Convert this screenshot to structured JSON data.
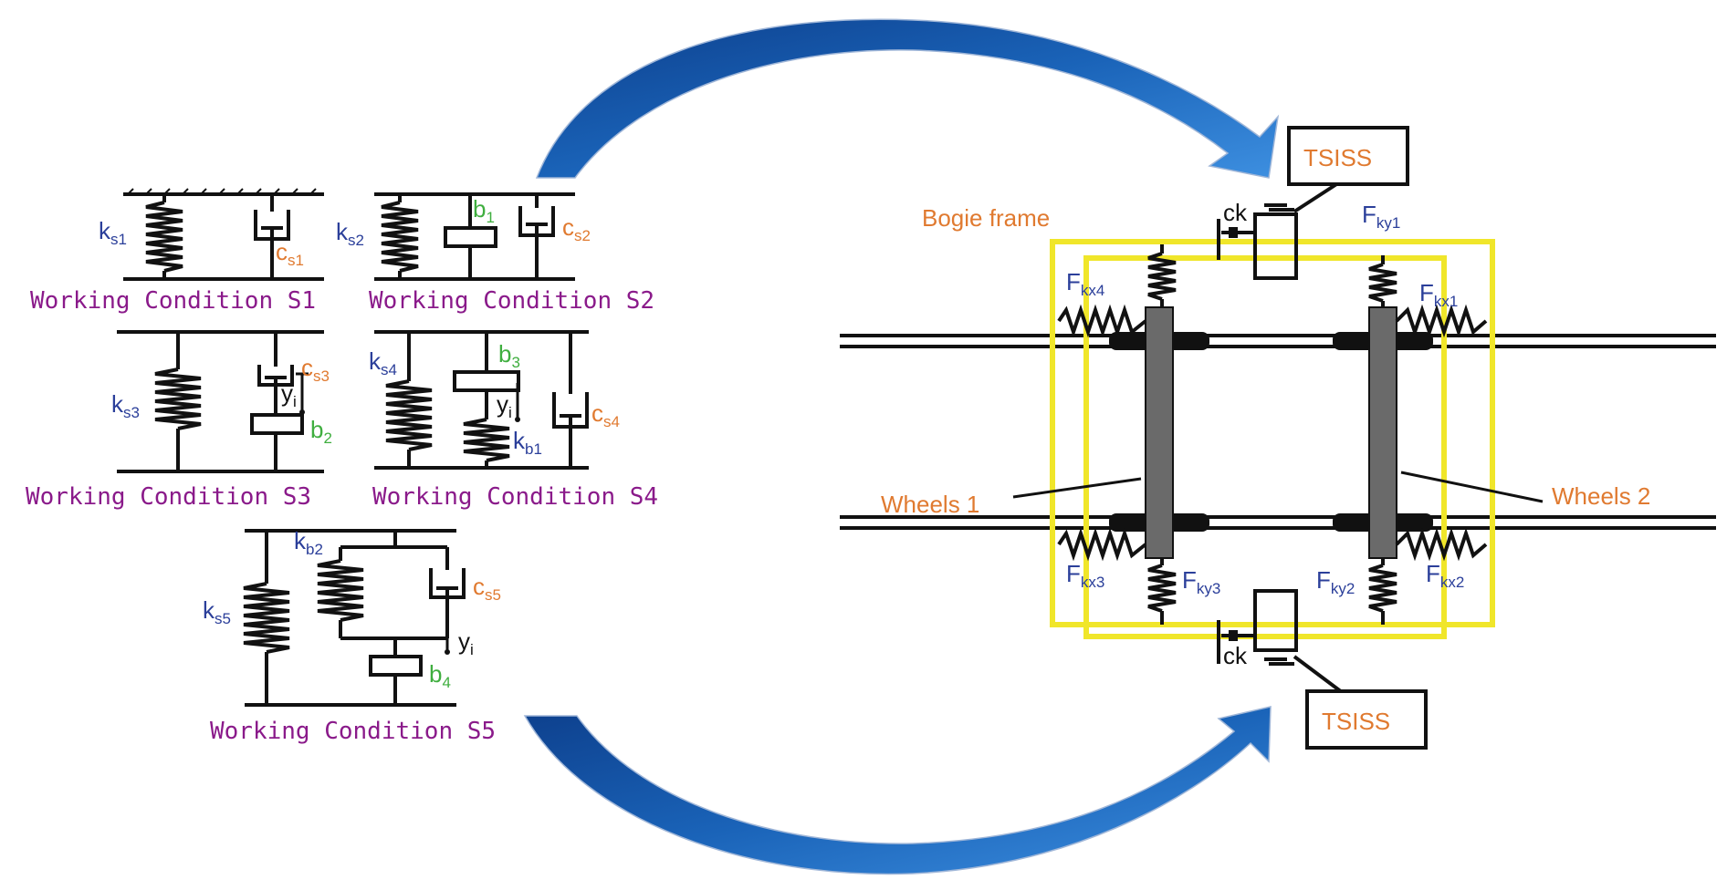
{
  "captions": {
    "s1": "Working Condition S1",
    "s2": "Working Condition S2",
    "s3": "Working Condition S3",
    "s4": "Working Condition S4",
    "s5": "Working Condition S5"
  },
  "labels": {
    "ks1_main": "k",
    "ks1_sub": "s1",
    "cs1_main": "c",
    "cs1_sub": "s1",
    "ks2_main": "k",
    "ks2_sub": "s2",
    "b1_main": "b",
    "b1_sub": "1",
    "cs2_main": "c",
    "cs2_sub": "s2",
    "ks3_main": "k",
    "ks3_sub": "s3",
    "cs3_main": "c",
    "cs3_sub": "s3",
    "yi3_main": "y",
    "yi3_sub": "i",
    "b2_main": "b",
    "b2_sub": "2",
    "ks4_main": "k",
    "ks4_sub": "s4",
    "b3_main": "b",
    "b3_sub": "3",
    "yi4_main": "y",
    "yi4_sub": "i",
    "kb1_main": "k",
    "kb1_sub": "b1",
    "cs4_main": "c",
    "cs4_sub": "s4",
    "ks5_main": "k",
    "ks5_sub": "s5",
    "kb2_main": "k",
    "kb2_sub": "b2",
    "cs5_main": "c",
    "cs5_sub": "s5",
    "yi5_main": "y",
    "yi5_sub": "i",
    "b4_main": "b",
    "b4_sub": "4"
  },
  "right": {
    "tsiss_top": "TSISS",
    "tsiss_bottom": "TSISS",
    "bogie_frame": "Bogie frame",
    "wheels1": "Wheels 1",
    "wheels2": "Wheels  2",
    "ck_top": "ck",
    "ck_bottom": "ck",
    "fky1_main": "F",
    "fky1_sub": "ky1",
    "fkx4_main": "F",
    "fkx4_sub": "kx4",
    "fkx1_main": "F",
    "fkx1_sub": "kx1",
    "fkx3_main": "F",
    "fkx3_sub": "kx3",
    "fky3_main": "F",
    "fky3_sub": "ky3",
    "fky2_main": "F",
    "fky2_sub": "ky2",
    "fkx2_main": "F",
    "fkx2_sub": "kx2"
  },
  "colors": {
    "arrow_blue": "#1a63b8",
    "frame_yellow": "#f0e62a",
    "label_orange": "#e07a30",
    "label_blue": "#2b3f9a",
    "label_green": "#3fae3f",
    "caption_purple": "#8a1a8a",
    "axle_gray": "#6a6a6a"
  }
}
